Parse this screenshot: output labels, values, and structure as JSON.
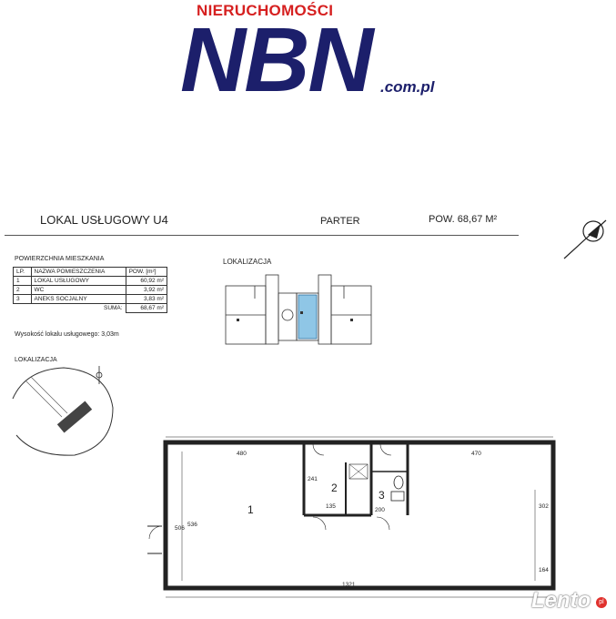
{
  "logo": {
    "top": "NIERUCHOMOŚCI",
    "main": "NBN",
    "suffix": ".com.pl"
  },
  "header": {
    "unit": "LOKAL USŁUGOWY  U4",
    "floor": "PARTER",
    "area": "POW. 68,67 M²"
  },
  "rooms_table": {
    "section_title": "POWIERZCHNIA MIESZKANIA",
    "columns": [
      "LP.",
      "NAZWA POMIESZCZENIA",
      "POW. [m²]"
    ],
    "rows": [
      [
        "1",
        "LOKAL USŁUGOWY",
        "60,92 m²"
      ],
      [
        "2",
        "WC",
        "3,92 m²"
      ],
      [
        "3",
        "ANEKS SOCJALNY",
        "3,83 m²"
      ]
    ],
    "sum_label": "SUMA:",
    "sum_value": "68,67 m²",
    "height_note": "Wysokość lokalu usługowego: 3,03m"
  },
  "location_plan_title": "LOKALIZACJA",
  "site_plan_title": "LOKALIZACJA",
  "plan": {
    "room_labels": [
      "1",
      "2",
      "3"
    ],
    "dimensions": [
      "480",
      "470",
      "1321",
      "536",
      "506",
      "302",
      "164",
      "135",
      "200",
      "241"
    ]
  },
  "watermark": {
    "text": "Lento",
    "badge": "pl"
  },
  "colors": {
    "brand_red": "#d62020",
    "brand_navy": "#1c1f6b",
    "highlight": "#8fc6e6"
  }
}
